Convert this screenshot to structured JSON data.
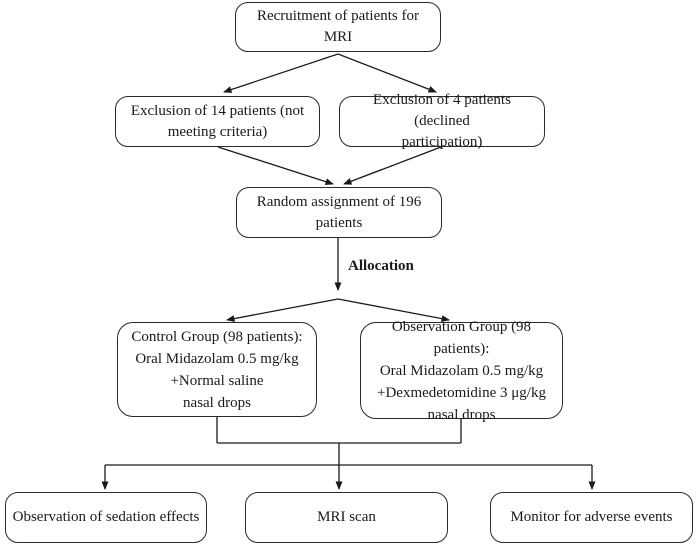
{
  "flowchart": {
    "nodes": {
      "recruitment": {
        "label": "Recruitment of patients for MRI"
      },
      "exclusion_left": {
        "label": "Exclusion of 14 patients (not\nmeeting criteria)"
      },
      "exclusion_right": {
        "label": "Exclusion of 4 patients (declined\nparticipation)"
      },
      "random_assignment": {
        "label": "Random assignment of 196\npatients"
      },
      "control_group": {
        "label": "Control Group (98 patients):\nOral Midazolam 0.5 mg/kg\n+Normal saline\nnasal drops"
      },
      "observation_group": {
        "label": "Observation Group (98 patients):\nOral Midazolam 0.5 mg/kg\n+Dexmedetomidine 3 μg/kg\nnasal drops"
      },
      "sedation_effects": {
        "label": "Observation of sedation effects"
      },
      "mri_scan": {
        "label": "MRI scan"
      },
      "adverse_events": {
        "label": "Monitor for adverse events"
      }
    },
    "edge_labels": {
      "allocation": "Allocation"
    },
    "colors": {
      "line": "#1a1a1a",
      "box_border": "#2a2a2a",
      "background": "#ffffff",
      "text": "#1a1a1a"
    }
  }
}
